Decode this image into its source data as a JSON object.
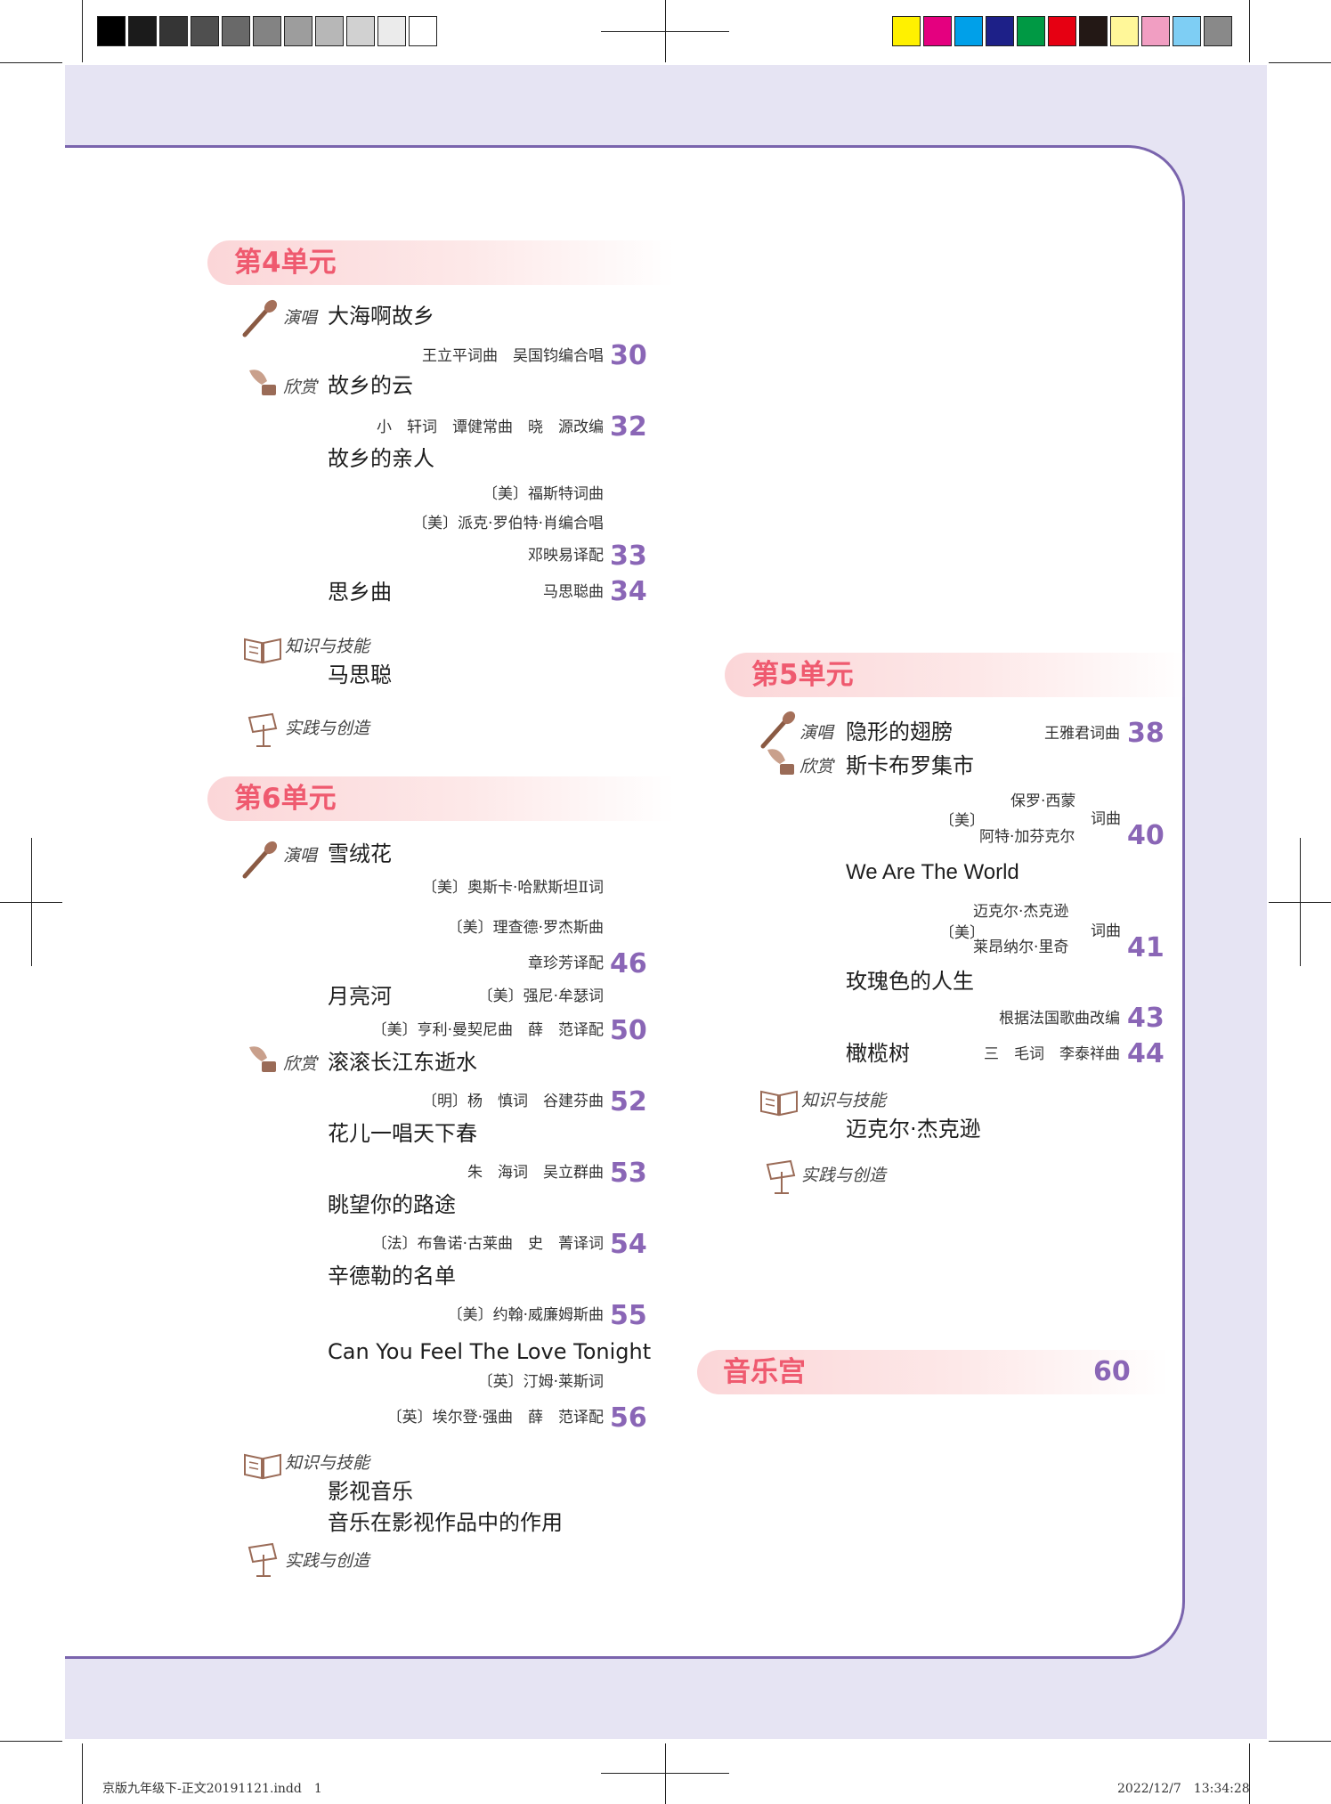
{
  "labels": {
    "perform": "演唱",
    "appreciate": "欣赏",
    "knowledge": "知识与技能",
    "practice": "实践与创造"
  },
  "registration": {
    "gray_swatches": [
      "#000000",
      "#1b1b1b",
      "#353535",
      "#4f4f4f",
      "#696969",
      "#838383",
      "#9d9d9d",
      "#b7b7b7",
      "#d1d1d1",
      "#ebebeb",
      "#ffffff"
    ],
    "color_swatches": [
      "#fff100",
      "#e4007f",
      "#00a0e9",
      "#1d2088",
      "#009944",
      "#e60012",
      "#231815",
      "#fff799",
      "#f19ec2",
      "#7ecef4",
      "#898989"
    ]
  },
  "unit4": {
    "title": "第4单元",
    "song1": {
      "name": "大海啊故乡",
      "credit": "王立平词曲　吴国钧编合唱",
      "page": "30"
    },
    "song2": {
      "name": "故乡的云",
      "credit": "小　轩词　谭健常曲　晓　源改编",
      "page": "32"
    },
    "song3": {
      "name": "故乡的亲人",
      "credit1": "〔美〕福斯特词曲",
      "credit2": "〔美〕派克·罗伯特·肖编合唱",
      "credit3": "邓映易译配",
      "page": "33"
    },
    "song4": {
      "name": "思乡曲",
      "credit": "马思聪曲",
      "page": "34"
    },
    "knowledge_item": "马思聪"
  },
  "unit6": {
    "title": "第6单元",
    "song1": {
      "name": "雪绒花",
      "credit1": "〔美〕奥斯卡·哈默斯坦Ⅱ词",
      "credit2": "〔美〕理查德·罗杰斯曲",
      "credit3": "章珍芳译配",
      "page": "46"
    },
    "song2": {
      "name": "月亮河",
      "credit1": "〔美〕强尼·牟瑟词",
      "credit2": "〔美〕亨利·曼契尼曲　薛　范译配",
      "page": "50"
    },
    "song3": {
      "name": "滚滚长江东逝水",
      "credit": "〔明〕杨　慎词　谷建芬曲",
      "page": "52"
    },
    "song4": {
      "name": "花儿一唱天下春",
      "credit": "朱　海词　吴立群曲",
      "page": "53"
    },
    "song5": {
      "name": "眺望你的路途",
      "credit": "〔法〕布鲁诺·古莱曲　史　菁译词",
      "page": "54"
    },
    "song6": {
      "name": "辛德勒的名单",
      "credit": "〔美〕约翰·威廉姆斯曲",
      "page": "55"
    },
    "song7": {
      "name": "Can You Feel The Love Tonight",
      "credit1": "〔英〕汀姆·莱斯词",
      "credit2": "〔英〕埃尔登·强曲　薛　范译配",
      "page": "56"
    },
    "knowledge_item1": "影视音乐",
    "knowledge_item2": "音乐在影视作品中的作用"
  },
  "unit5": {
    "title": "第5单元",
    "song1": {
      "name": "隐形的翅膀",
      "credit": "王雅君词曲",
      "page": "38"
    },
    "song2": {
      "name": "斯卡布罗集市",
      "country": "〔美〕",
      "name_a": "保罗·西蒙",
      "name_b": "阿特·加芬克尔",
      "role": "词曲",
      "page": "40"
    },
    "song3": {
      "name": "We Are The World",
      "country": "〔美〕",
      "name_a": "迈克尔·杰克逊",
      "name_b": "莱昂纳尔·里奇",
      "role": "词曲",
      "page": "41"
    },
    "song4": {
      "name": "玫瑰色的人生",
      "credit": "根据法国歌曲改编",
      "page": "43"
    },
    "song5": {
      "name": "橄榄树",
      "credit": "三　毛词　李泰祥曲",
      "page": "44"
    },
    "knowledge_item": "迈克尔·杰克逊"
  },
  "music_palace": {
    "title": "音乐宫",
    "page": "60"
  },
  "slug": {
    "file": "京版九年级下-正文20191121.indd　1",
    "datetime": "2022/12/7　13:34:28"
  }
}
